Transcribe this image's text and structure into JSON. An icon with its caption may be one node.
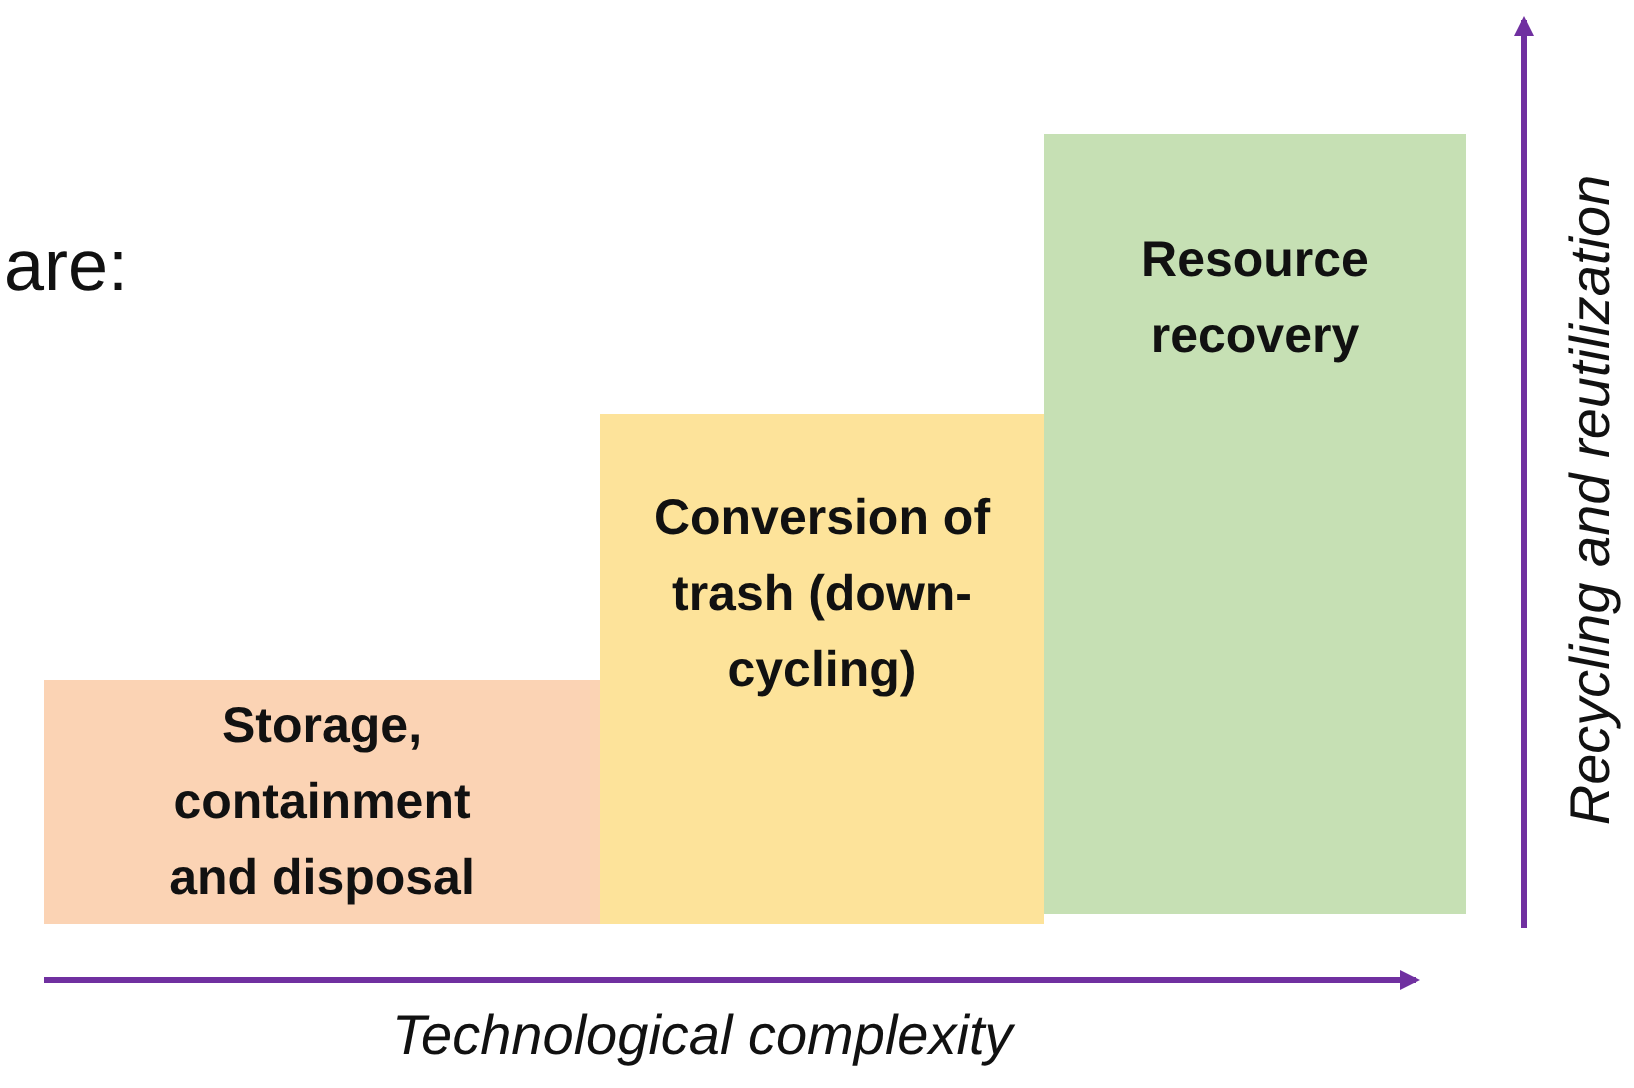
{
  "diagram": {
    "nodes": [
      {
        "text": [
          "Storage, containment and disposal"
        ]
      },
      {
        "text": [
          "Conversion of trash (down-cycling)"
        ]
      },
      {
        "text": [
          "Resource recovery"
        ]
      }
    ],
    "labels": [
      "are:",
      "Technological complexity",
      "Recycling and reutilization"
    ]
  }
}
